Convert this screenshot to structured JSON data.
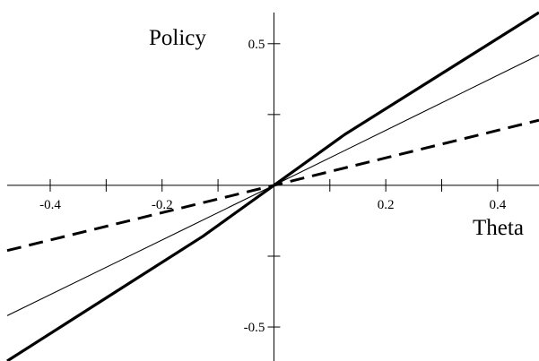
{
  "chart_data": {
    "type": "line",
    "title": "",
    "xlabel": "Theta",
    "ylabel": "Policy",
    "xlim": [
      -0.477,
      0.474
    ],
    "ylim": [
      -0.62,
      0.61
    ],
    "x_ticks": [
      -0.4,
      -0.2,
      0.2,
      0.4
    ],
    "x_tick_labels": [
      "-0.4",
      "-0.2",
      "0.2",
      "0.4"
    ],
    "x_minor_step": 0.1,
    "y_ticks": [
      0.5,
      -0.5
    ],
    "y_tick_labels": [
      "0.5",
      "-0.5"
    ],
    "y_minor_step": 0.25,
    "grid": false,
    "legend": "none",
    "series": [
      {
        "style": "thick-solid",
        "color": "#000000",
        "x": [
          -0.477,
          -0.127,
          0.0,
          0.127,
          0.474
        ],
        "y": [
          -0.62,
          -0.18,
          0.0,
          0.18,
          0.61
        ]
      },
      {
        "style": "thin-solid",
        "color": "#000000",
        "x": [
          -0.477,
          0.0,
          0.474
        ],
        "y": [
          -0.46,
          0.0,
          0.46
        ]
      },
      {
        "style": "thick-dashed",
        "color": "#000000",
        "x": [
          -0.477,
          0.0,
          0.474
        ],
        "y": [
          -0.23,
          0.0,
          0.23
        ]
      }
    ]
  }
}
